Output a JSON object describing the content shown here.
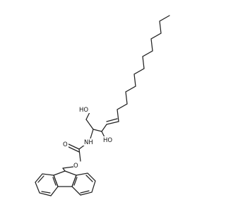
{
  "structure": {
    "atoms": {
      "oh_top": "HO",
      "oh_right": "HO",
      "nh": "NH",
      "o_carbonyl": "O",
      "o_ester": "O"
    },
    "colors": {
      "bond": "#222222",
      "text": "#111111",
      "background": "#ffffff"
    }
  }
}
